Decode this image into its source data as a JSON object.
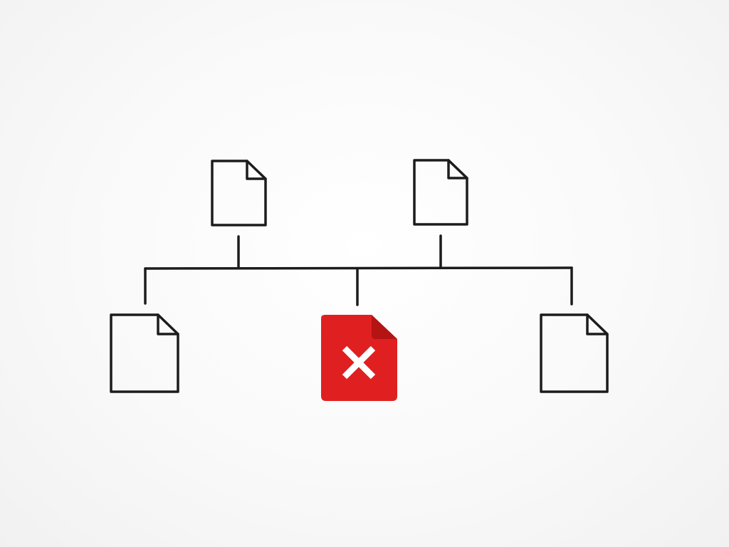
{
  "diagram": {
    "theme": {
      "background": "#f6f6f6",
      "line_color": "#1c1c1c",
      "error_color": "#e02020",
      "error_fold_color": "#b51414",
      "error_mark_color": "#ffffff"
    },
    "nodes": [
      {
        "id": "top-left",
        "icon": "document-icon",
        "status": "normal"
      },
      {
        "id": "top-right",
        "icon": "document-icon",
        "status": "normal"
      },
      {
        "id": "bottom-left",
        "icon": "document-icon",
        "status": "normal"
      },
      {
        "id": "bottom-center",
        "icon": "document-error-icon",
        "status": "error"
      },
      {
        "id": "bottom-right",
        "icon": "document-icon",
        "status": "normal"
      }
    ],
    "edges": [
      {
        "from": "top-left",
        "to": "bottom-left"
      },
      {
        "from": "top-left",
        "to": "bottom-center"
      },
      {
        "from": "top-left",
        "to": "bottom-right"
      },
      {
        "from": "top-right",
        "to": "bottom-left"
      },
      {
        "from": "top-right",
        "to": "bottom-center"
      },
      {
        "from": "top-right",
        "to": "bottom-right"
      }
    ]
  }
}
